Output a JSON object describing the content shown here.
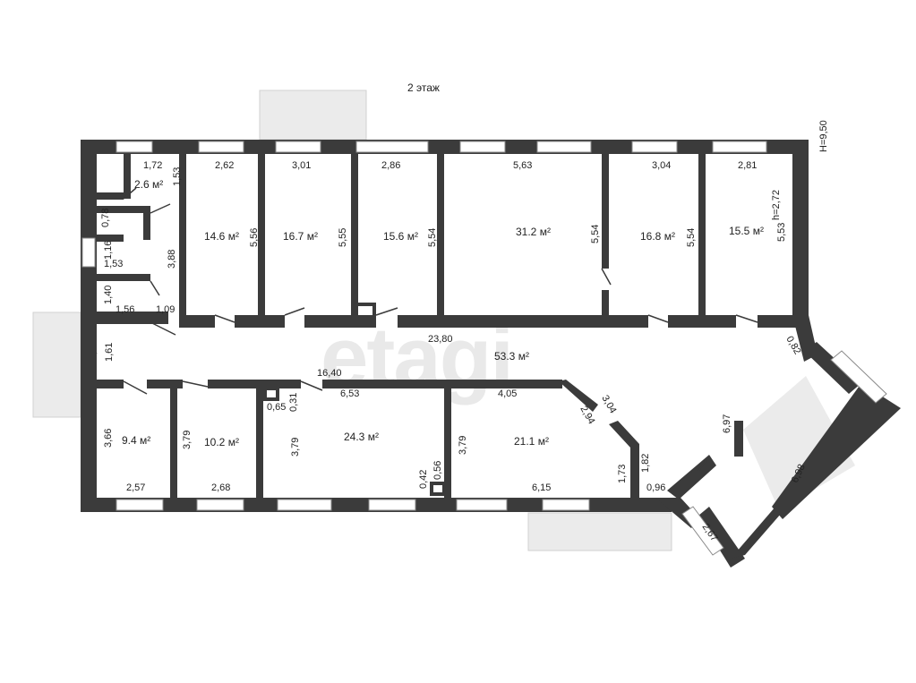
{
  "floor_title": "2 этаж",
  "height_total": "H=9,50",
  "watermark": "etagi",
  "rooms": [
    {
      "id": "r-wc1",
      "area": "2.6 м²"
    },
    {
      "id": "r1",
      "area": "14.6 м²"
    },
    {
      "id": "r2",
      "area": "16.7 м²"
    },
    {
      "id": "r3",
      "area": "15.6 м²"
    },
    {
      "id": "r4",
      "area": "31.2 м²"
    },
    {
      "id": "r5",
      "area": "16.8 м²"
    },
    {
      "id": "r6",
      "area": "15.5 м²"
    },
    {
      "id": "corridor",
      "area": "53.3 м²"
    },
    {
      "id": "r7",
      "area": "9.4 м²"
    },
    {
      "id": "r8",
      "area": "10.2 м²"
    },
    {
      "id": "r9",
      "area": "24.3 м²"
    },
    {
      "id": "r10",
      "area": "21.1 м²"
    }
  ],
  "dimensions": {
    "d_1_72": "1,72",
    "d_1_53a": "1,53",
    "d_0_78": "0,78",
    "d_1_16": "1,16",
    "d_1_53b": "1,53",
    "d_3_88": "3,88",
    "d_1_40": "1,40",
    "d_1_56": "1,56",
    "d_1_09": "1,09",
    "d_2_62": "2,62",
    "d_5_56": "5,56",
    "d_3_01": "3,01",
    "d_5_55": "5,55",
    "d_2_86": "2,86",
    "d_5_54a": "5,54",
    "d_5_63": "5,63",
    "d_5_54b": "5,54",
    "d_3_04": "3,04",
    "d_5_54c": "5,54",
    "d_2_81": "2,81",
    "d_h_2_72": "h=2,72",
    "d_5_53": "5,53",
    "d_23_80": "23,80",
    "d_1_61": "1,61",
    "d_16_40": "16,40",
    "d_0_82": "0,82",
    "d_0_31": "0,31",
    "d_0_65": "0,65",
    "d_6_53": "6,53",
    "d_4_05": "4,05",
    "d_3_04b": "3,04",
    "d_2_94": "2,94",
    "d_3_66": "3,66",
    "d_2_57": "2,57",
    "d_3_79a": "3,79",
    "d_2_68": "2,68",
    "d_3_79b": "3,79",
    "d_0_42": "0,42",
    "d_0_56": "0,56",
    "d_3_79c": "3,79",
    "d_6_15": "6,15",
    "d_1_73": "1,73",
    "d_1_82": "1,82",
    "d_0_96": "0,96",
    "d_6_97": "6,97",
    "d_6_98": "6,98",
    "d_2_67": "2,67"
  },
  "colors": {
    "wall": "#3b3b3b",
    "balcony": "#ebebeb",
    "window": "#ffffff",
    "watermark": "#e9e9e9"
  }
}
